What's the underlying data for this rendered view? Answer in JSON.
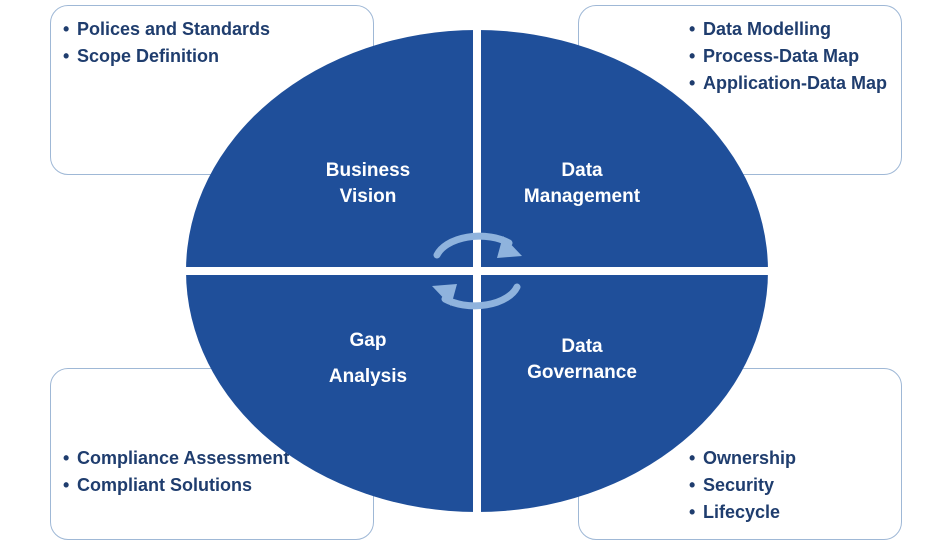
{
  "quadrants": {
    "top_left": {
      "title_line1": "Business",
      "title_line2": "Vision",
      "items": [
        "Polices and Standards",
        "Scope Definition"
      ]
    },
    "top_right": {
      "title_line1": "Data",
      "title_line2": "Management",
      "items": [
        "Data Modelling",
        "Process-Data Map",
        "Application-Data Map"
      ]
    },
    "bottom_left": {
      "title_line1": "Gap",
      "title_line2": "Analysis",
      "items": [
        "Compliance Assessment",
        "Compliant Solutions"
      ]
    },
    "bottom_right": {
      "title_line1": "Data",
      "title_line2": "Governance",
      "items": [
        "Ownership",
        "Security",
        "Lifecycle"
      ]
    }
  },
  "colors": {
    "ellipse_fill": "#1f4f9a",
    "box_border": "#9fb8d6",
    "text_dark": "#1f3d6e",
    "arrow": "#8fb3dd"
  },
  "icons": {
    "center": "cycle-arrows-icon"
  }
}
